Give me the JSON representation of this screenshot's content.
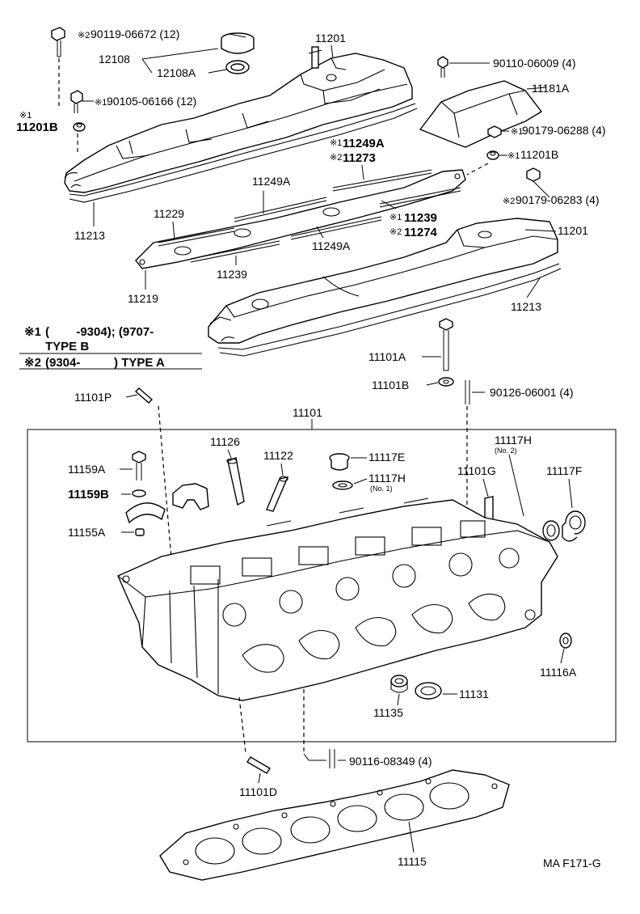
{
  "labels": {
    "p11201_top": "11201",
    "p12108": "12108",
    "p12108a": "12108A",
    "p90119_text": "90119-06672 (12)",
    "p90119_mark": "※2",
    "p90105_text": "90105-06166 (12)",
    "p90105_mark": "※1",
    "p11201b_mark": "※1",
    "p11201b": "11201B",
    "p11213_left": "11213",
    "p90110": "90110-06009 (4)",
    "p11181a": "11181A",
    "p90179_06288_mark": "※1",
    "p90179_06288": "90179-06288 (4)",
    "p11201b_right_mark": "※1",
    "p11201b_right": "11201B",
    "p90179_06283_mark": "※2",
    "p90179_06283": "90179-06283 (4)",
    "p11249a_b_mark": "※1",
    "p11249a_b": "11249A",
    "p11273_mark": "※2",
    "p11273": "11273",
    "p11249a_1": "11249A",
    "p11229": "11229",
    "p11239_b_mark": "※1",
    "p11239_b": "11239",
    "p11274_mark": "※2",
    "p11274": "11274",
    "p11249a_2": "11249A",
    "p11239": "11239",
    "p11219": "11219",
    "p11201_right": "11201",
    "p11213_right": "11213",
    "p11101a": "11101A",
    "p11101b": "11101B",
    "p90126": "90126-06001 (4)",
    "p11101p": "11101P",
    "p11101": "11101",
    "p11126": "11126",
    "p11122": "11122",
    "p11117e": "11117E",
    "p11117h_1": "11117H",
    "p11117h_1_note": "(No. 1)",
    "p11117h_2": "11117H",
    "p11117h_2_note": "(No. 2)",
    "p11101g": "11101G",
    "p11117f": "11117F",
    "p11159a": "11159A",
    "p11159b": "11159B",
    "p11155a": "11155A",
    "p11116a": "11116A",
    "p11131": "11131",
    "p11135": "11135",
    "p90116": "90116-08349 (4)",
    "p11101d": "11101D",
    "p11115": "11115",
    "diagram_code": "MA F171-G"
  },
  "legend": {
    "note1_mark": "※1",
    "note1_text": "(        -9304); (9707-         ",
    "note1_type": "TYPE B",
    "note2_mark": "※2",
    "note2_text": "(9304-          ) TYPE A"
  }
}
